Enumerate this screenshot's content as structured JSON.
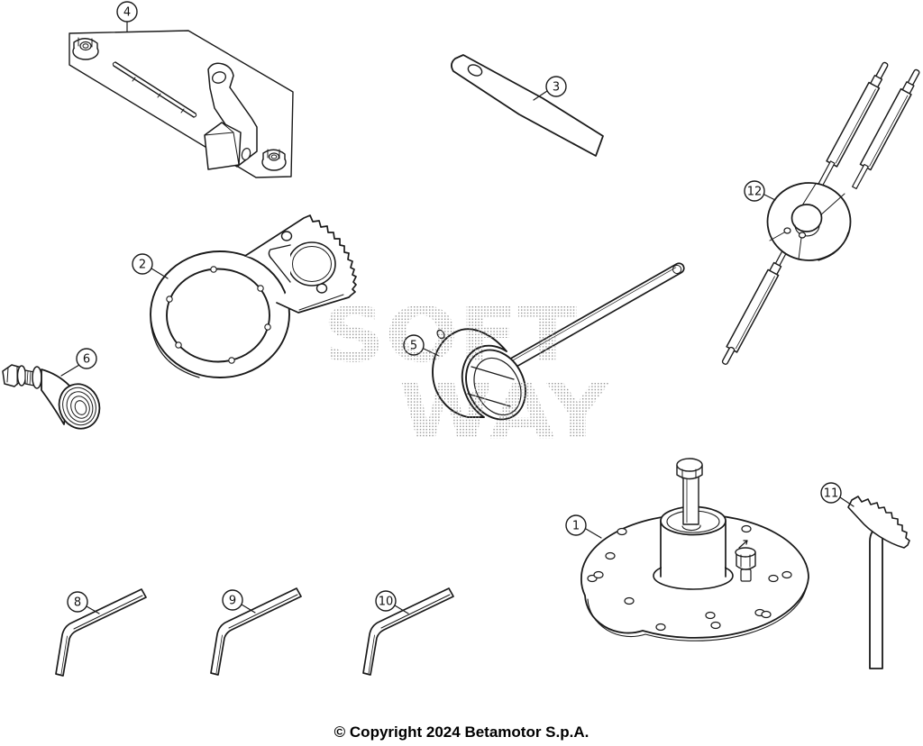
{
  "page": {
    "copyright": "© Copyright 2024 Betamotor S.p.A."
  },
  "watermark": {
    "line1": "SOFT",
    "line2": "WAY"
  },
  "callouts": [
    {
      "label": "1"
    },
    {
      "label": "2"
    },
    {
      "label": "3"
    },
    {
      "label": "4"
    },
    {
      "label": "5"
    },
    {
      "label": "6"
    },
    {
      "label": "8"
    },
    {
      "label": "9"
    },
    {
      "label": "10"
    },
    {
      "label": "11"
    },
    {
      "label": "12"
    }
  ]
}
